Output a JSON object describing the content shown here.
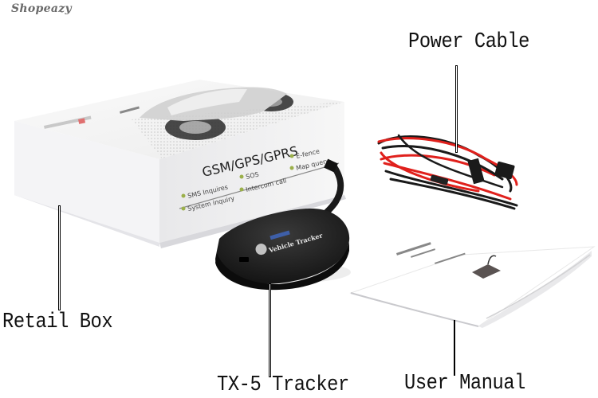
{
  "watermark": "Shopeazy",
  "labels": {
    "power_cable": "Power Cable",
    "retail_box": "Retail Box",
    "tracker": "TX-5 Tracker",
    "user_manual": "User Manual"
  },
  "box": {
    "headline": "GSM/GPS/GPRS",
    "features": [
      "SMS Inquires",
      "System inquiry",
      "SOS",
      "Intercom call",
      "E-fence",
      "Map query"
    ]
  },
  "tracker_device": {
    "print": "Vehicle Tracker"
  },
  "colors": {
    "cable_red": "#e0201c",
    "cable_black": "#1a1a1a",
    "device_body": "#1c1c1c",
    "box_face": "#f2f2f2"
  }
}
